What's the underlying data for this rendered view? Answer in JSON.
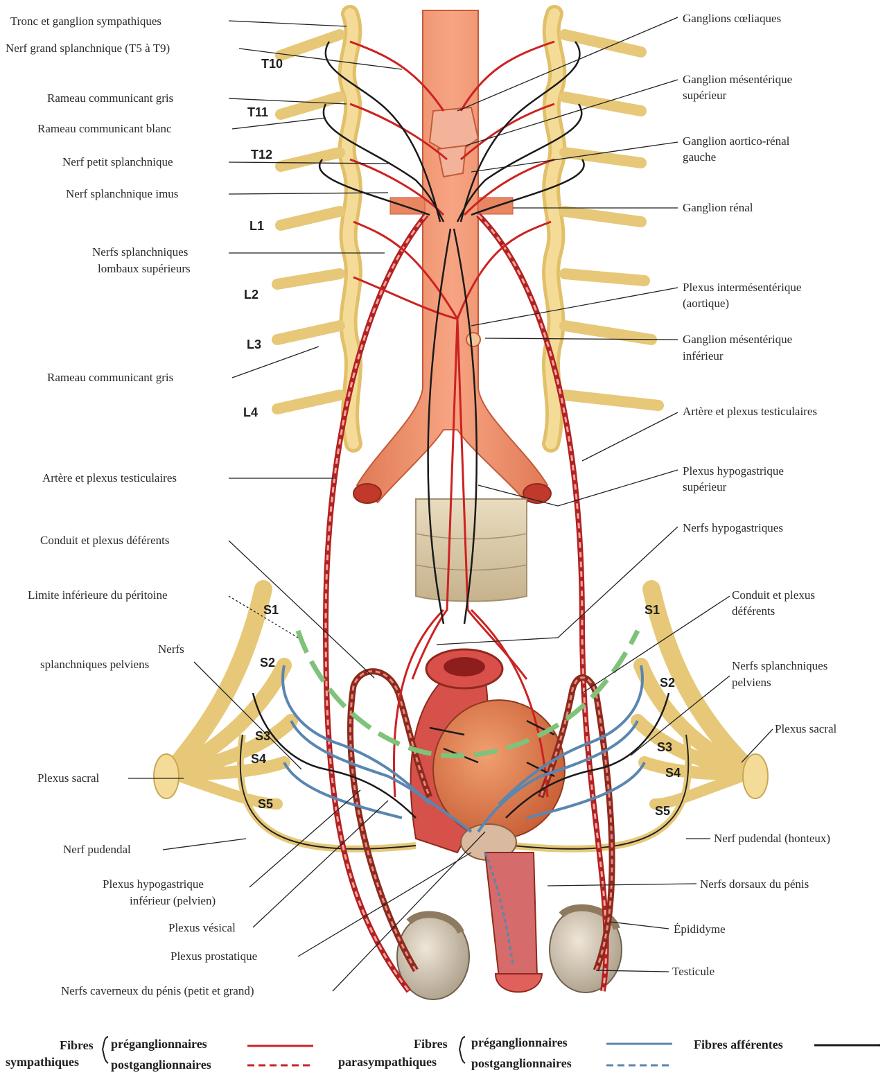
{
  "left_labels": [
    {
      "id": "tronc",
      "text": "Tronc et ganglion sympathiques"
    },
    {
      "id": "grand-splanch",
      "text": "Nerf grand splanchnique (T5 à T9)"
    },
    {
      "id": "rameau-gris-1",
      "text": "Rameau communicant gris"
    },
    {
      "id": "rameau-blanc",
      "text": "Rameau communicant blanc"
    },
    {
      "id": "petit-splanch",
      "text": "Nerf petit splanchnique"
    },
    {
      "id": "imus",
      "text": "Nerf splanchnique imus"
    },
    {
      "id": "lombaux-1",
      "text": "Nerfs splanchniques"
    },
    {
      "id": "lombaux-2",
      "text": "lombaux supérieurs"
    },
    {
      "id": "rameau-gris-2",
      "text": "Rameau communicant gris"
    },
    {
      "id": "artere-g",
      "text": "Artère et plexus testiculaires"
    },
    {
      "id": "conduit-g",
      "text": "Conduit et plexus déférents"
    },
    {
      "id": "limite",
      "text": "Limite inférieure du péritoine"
    },
    {
      "id": "pelviens-g-1",
      "text": "Nerfs"
    },
    {
      "id": "pelviens-g-2",
      "text": "splanchniques pelviens"
    },
    {
      "id": "sacral-g",
      "text": "Plexus sacral"
    },
    {
      "id": "pudendal-g",
      "text": "Nerf pudendal"
    },
    {
      "id": "hypo-inf-1",
      "text": "Plexus hypogastrique"
    },
    {
      "id": "hypo-inf-2",
      "text": "inférieur (pelvien)"
    },
    {
      "id": "vesical",
      "text": "Plexus vésical"
    },
    {
      "id": "prostatique",
      "text": "Plexus prostatique"
    },
    {
      "id": "caverneux",
      "text": "Nerfs caverneux du pénis (petit et grand)"
    }
  ],
  "right_labels": [
    {
      "id": "coeliaques",
      "text": "Ganglions cœliaques"
    },
    {
      "id": "mes-sup-1",
      "text": "Ganglion mésentérique"
    },
    {
      "id": "mes-sup-2",
      "text": "supérieur"
    },
    {
      "id": "aortico-1",
      "text": "Ganglion aortico-rénal"
    },
    {
      "id": "aortico-2",
      "text": "gauche"
    },
    {
      "id": "renal",
      "text": "Ganglion rénal"
    },
    {
      "id": "intermes-1",
      "text": "Plexus intermésentérique"
    },
    {
      "id": "intermes-2",
      "text": "(aortique)"
    },
    {
      "id": "mes-inf-1",
      "text": "Ganglion mésentérique"
    },
    {
      "id": "mes-inf-2",
      "text": "inférieur"
    },
    {
      "id": "artere-d",
      "text": "Artère et plexus testiculaires"
    },
    {
      "id": "hypo-sup-1",
      "text": "Plexus hypogastrique"
    },
    {
      "id": "hypo-sup-2",
      "text": "supérieur"
    },
    {
      "id": "hypogastriques",
      "text": "Nerfs hypogastriques"
    },
    {
      "id": "conduit-d-1",
      "text": "Conduit et plexus"
    },
    {
      "id": "conduit-d-2",
      "text": "déférents"
    },
    {
      "id": "pelviens-d-1",
      "text": "Nerfs splanchniques"
    },
    {
      "id": "pelviens-d-2",
      "text": "pelviens"
    },
    {
      "id": "sacral-d",
      "text": "Plexus sacral"
    },
    {
      "id": "pudendal-d",
      "text": "Nerf pudendal (honteux)"
    },
    {
      "id": "dorsaux",
      "text": "Nerfs dorsaux du pénis"
    },
    {
      "id": "epididyme",
      "text": "Épididyme"
    },
    {
      "id": "testicule",
      "text": "Testicule"
    }
  ],
  "vertebra_labels": {
    "T10": "T10",
    "T11": "T11",
    "T12": "T12",
    "L1": "L1",
    "L2": "L2",
    "L3": "L3",
    "L4": "L4",
    "S1l": "S1",
    "S2l": "S2",
    "S3l": "S3",
    "S4l": "S4",
    "S5l": "S5",
    "S1r": "S1",
    "S2r": "S2",
    "S3r": "S3",
    "S4r": "S4",
    "S5r": "S5"
  },
  "legend": {
    "symp_1": "Fibres",
    "symp_2": "sympathiques",
    "pre": "préganglionnaires",
    "post": "postganglionnaires",
    "para_1": "Fibres",
    "para_2": "parasympathiques",
    "pre_para": "préganglionnaires",
    "post_para": "postganglionnaires",
    "afferent": "Fibres afférentes"
  },
  "colors": {
    "sympathetic": "#cc2222",
    "parasympathetic": "#5a86b0",
    "afferent": "#1a1a1a",
    "aorta": "#ee8a66",
    "nerve_yellow": "#f0d58a",
    "peritoneum": "#7fc27a"
  }
}
